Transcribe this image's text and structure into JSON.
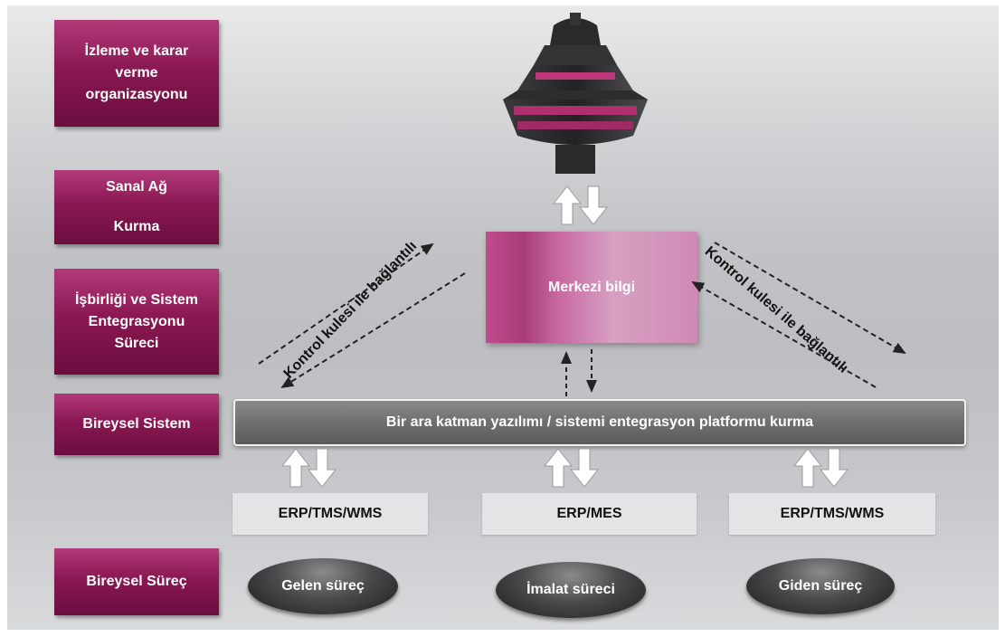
{
  "left_labels": {
    "monitoring": [
      "İzleme ve karar",
      "verme",
      "organizasyonu"
    ],
    "virtual_network": [
      "Sanal Ağ",
      "Kurma"
    ],
    "integration": [
      "İşbirliği ve Sistem",
      "Entegrasyonu",
      "Süreci"
    ],
    "individual_system": "Bireysel Sistem",
    "individual_process": "Bireysel Süreç"
  },
  "central_info": "Merkezi bilgi",
  "platform": "Bir ara katman yazılımı / sistemi entegrasyon platformu kurma",
  "connection_label_left": "Kontrol kulesi ile bağlantılı",
  "connection_label_right": "Kontrol kulesi ile bağlantılı",
  "systems": [
    "ERP/TMS/WMS",
    "ERP/MES",
    "ERP/TMS/WMS"
  ],
  "processes": [
    "Gelen süreç",
    "İmalat süreci",
    "Giden süreç"
  ],
  "icons": [
    "control-tower-icon",
    "bidirectional-arrow-icon",
    "dashed-arrow-icon"
  ]
}
